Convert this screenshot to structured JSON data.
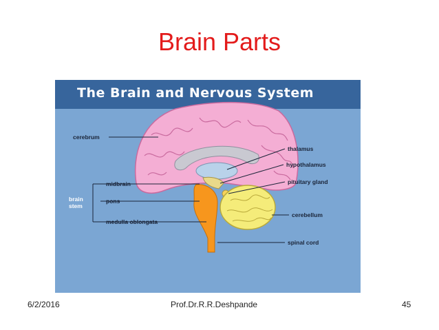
{
  "slide": {
    "title": "Brain Parts",
    "footer_date": "6/2/2016",
    "footer_author": "Prof.Dr.R.R.Deshpande",
    "footer_page": "45"
  },
  "figure": {
    "heading": "The Brain and Nervous System",
    "labels": {
      "cerebrum": "cerebrum",
      "thalamus": "thalamus",
      "hypothalamus": "hypothalamus",
      "pituitary_gland": "pituitary gland",
      "cerebellum": "cerebellum",
      "spinal_cord": "spinal cord",
      "midbrain": "midbrain",
      "pons": "pons",
      "medulla_oblongata": "medulla oblongata",
      "brain_stem_line1": "brain",
      "brain_stem_line2": "stem"
    },
    "colors": {
      "background": "#7ba6d3",
      "header": "#37659c",
      "cerebrum": "#f4aed4",
      "brain_stem": "#f7961d",
      "cerebellum": "#f5ec7a"
    }
  }
}
